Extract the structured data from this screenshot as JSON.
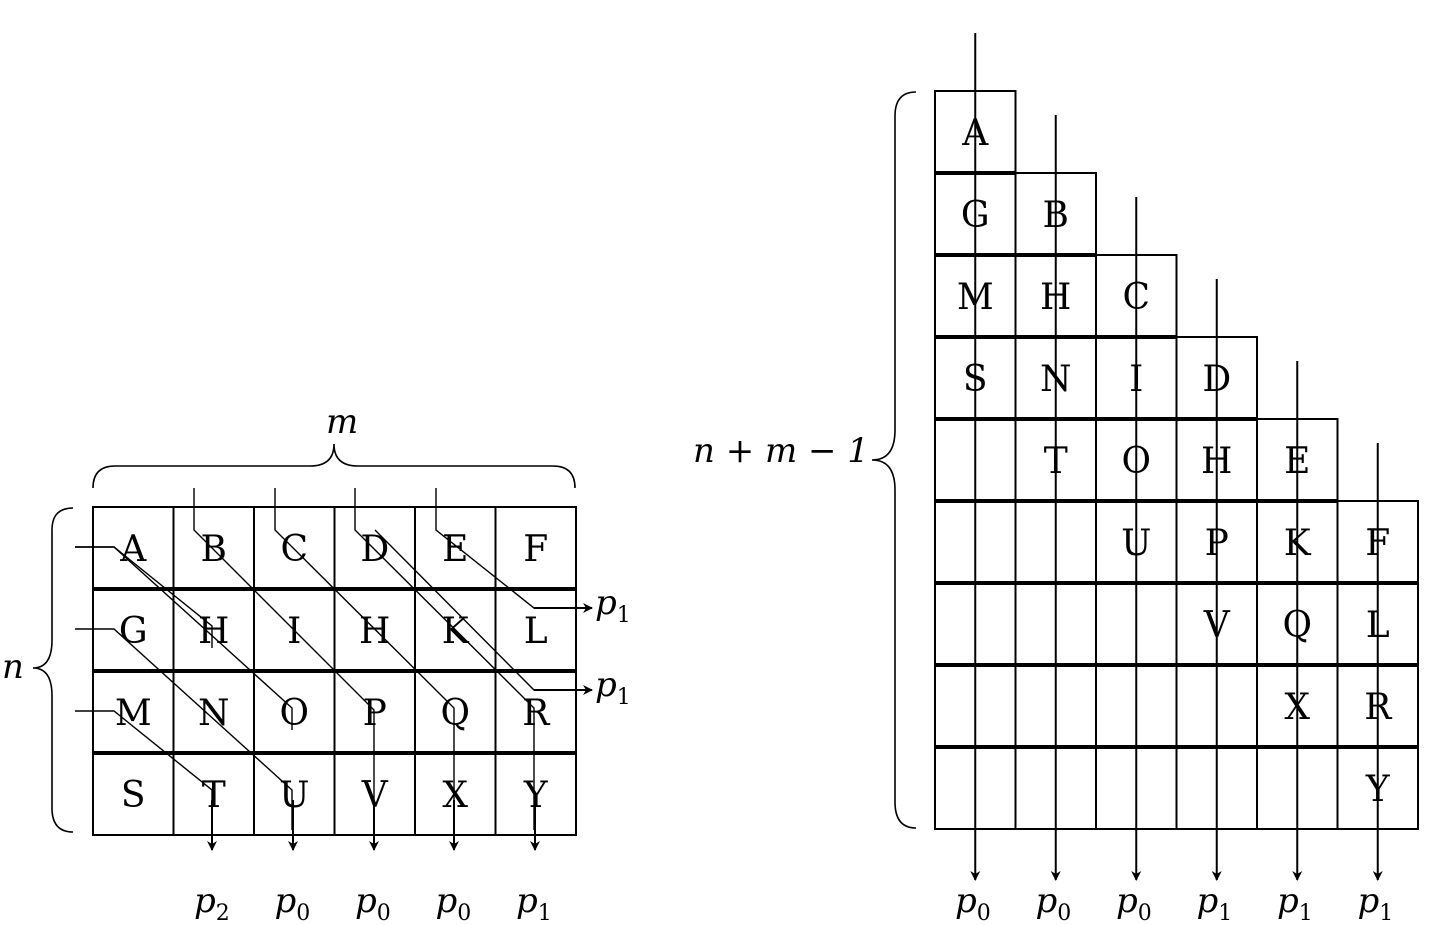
{
  "left_diagram": {
    "grid": [
      [
        "A",
        "B",
        "C",
        "D",
        "E",
        "F"
      ],
      [
        "G",
        "H",
        "I",
        "H",
        "K",
        "L"
      ],
      [
        "M",
        "N",
        "O",
        "P",
        "Q",
        "R"
      ],
      [
        "S",
        "T",
        "U",
        "V",
        "X",
        "Y"
      ]
    ],
    "top_brace_label": "m",
    "left_brace_label": "n",
    "side_outputs": [
      {
        "base": "p",
        "sub": "1"
      },
      {
        "base": "p",
        "sub": "1"
      }
    ],
    "bottom_outputs": [
      {
        "base": "p",
        "sub": "2"
      },
      {
        "base": "p",
        "sub": "0"
      },
      {
        "base": "p",
        "sub": "0"
      },
      {
        "base": "p",
        "sub": "0"
      },
      {
        "base": "p",
        "sub": "1"
      }
    ]
  },
  "right_diagram": {
    "rows": [
      [
        "A",
        "",
        "",
        "",
        "",
        ""
      ],
      [
        "G",
        "B",
        "",
        "",
        "",
        ""
      ],
      [
        "M",
        "H",
        "C",
        "",
        "",
        ""
      ],
      [
        "S",
        "N",
        "I",
        "D",
        "",
        ""
      ],
      [
        "",
        "T",
        "O",
        "H",
        "E",
        ""
      ],
      [
        "",
        "",
        "U",
        "P",
        "K",
        "F"
      ],
      [
        "",
        "",
        "",
        "V",
        "Q",
        "L"
      ],
      [
        "",
        "",
        "",
        "",
        "X",
        "R"
      ],
      [
        "",
        "",
        "",
        "",
        "",
        "Y"
      ]
    ],
    "left_brace_label": "n + m − 1",
    "bottom_outputs": [
      {
        "base": "p",
        "sub": "0"
      },
      {
        "base": "p",
        "sub": "0"
      },
      {
        "base": "p",
        "sub": "0"
      },
      {
        "base": "p",
        "sub": "1"
      },
      {
        "base": "p",
        "sub": "1"
      },
      {
        "base": "p",
        "sub": "1"
      }
    ]
  }
}
